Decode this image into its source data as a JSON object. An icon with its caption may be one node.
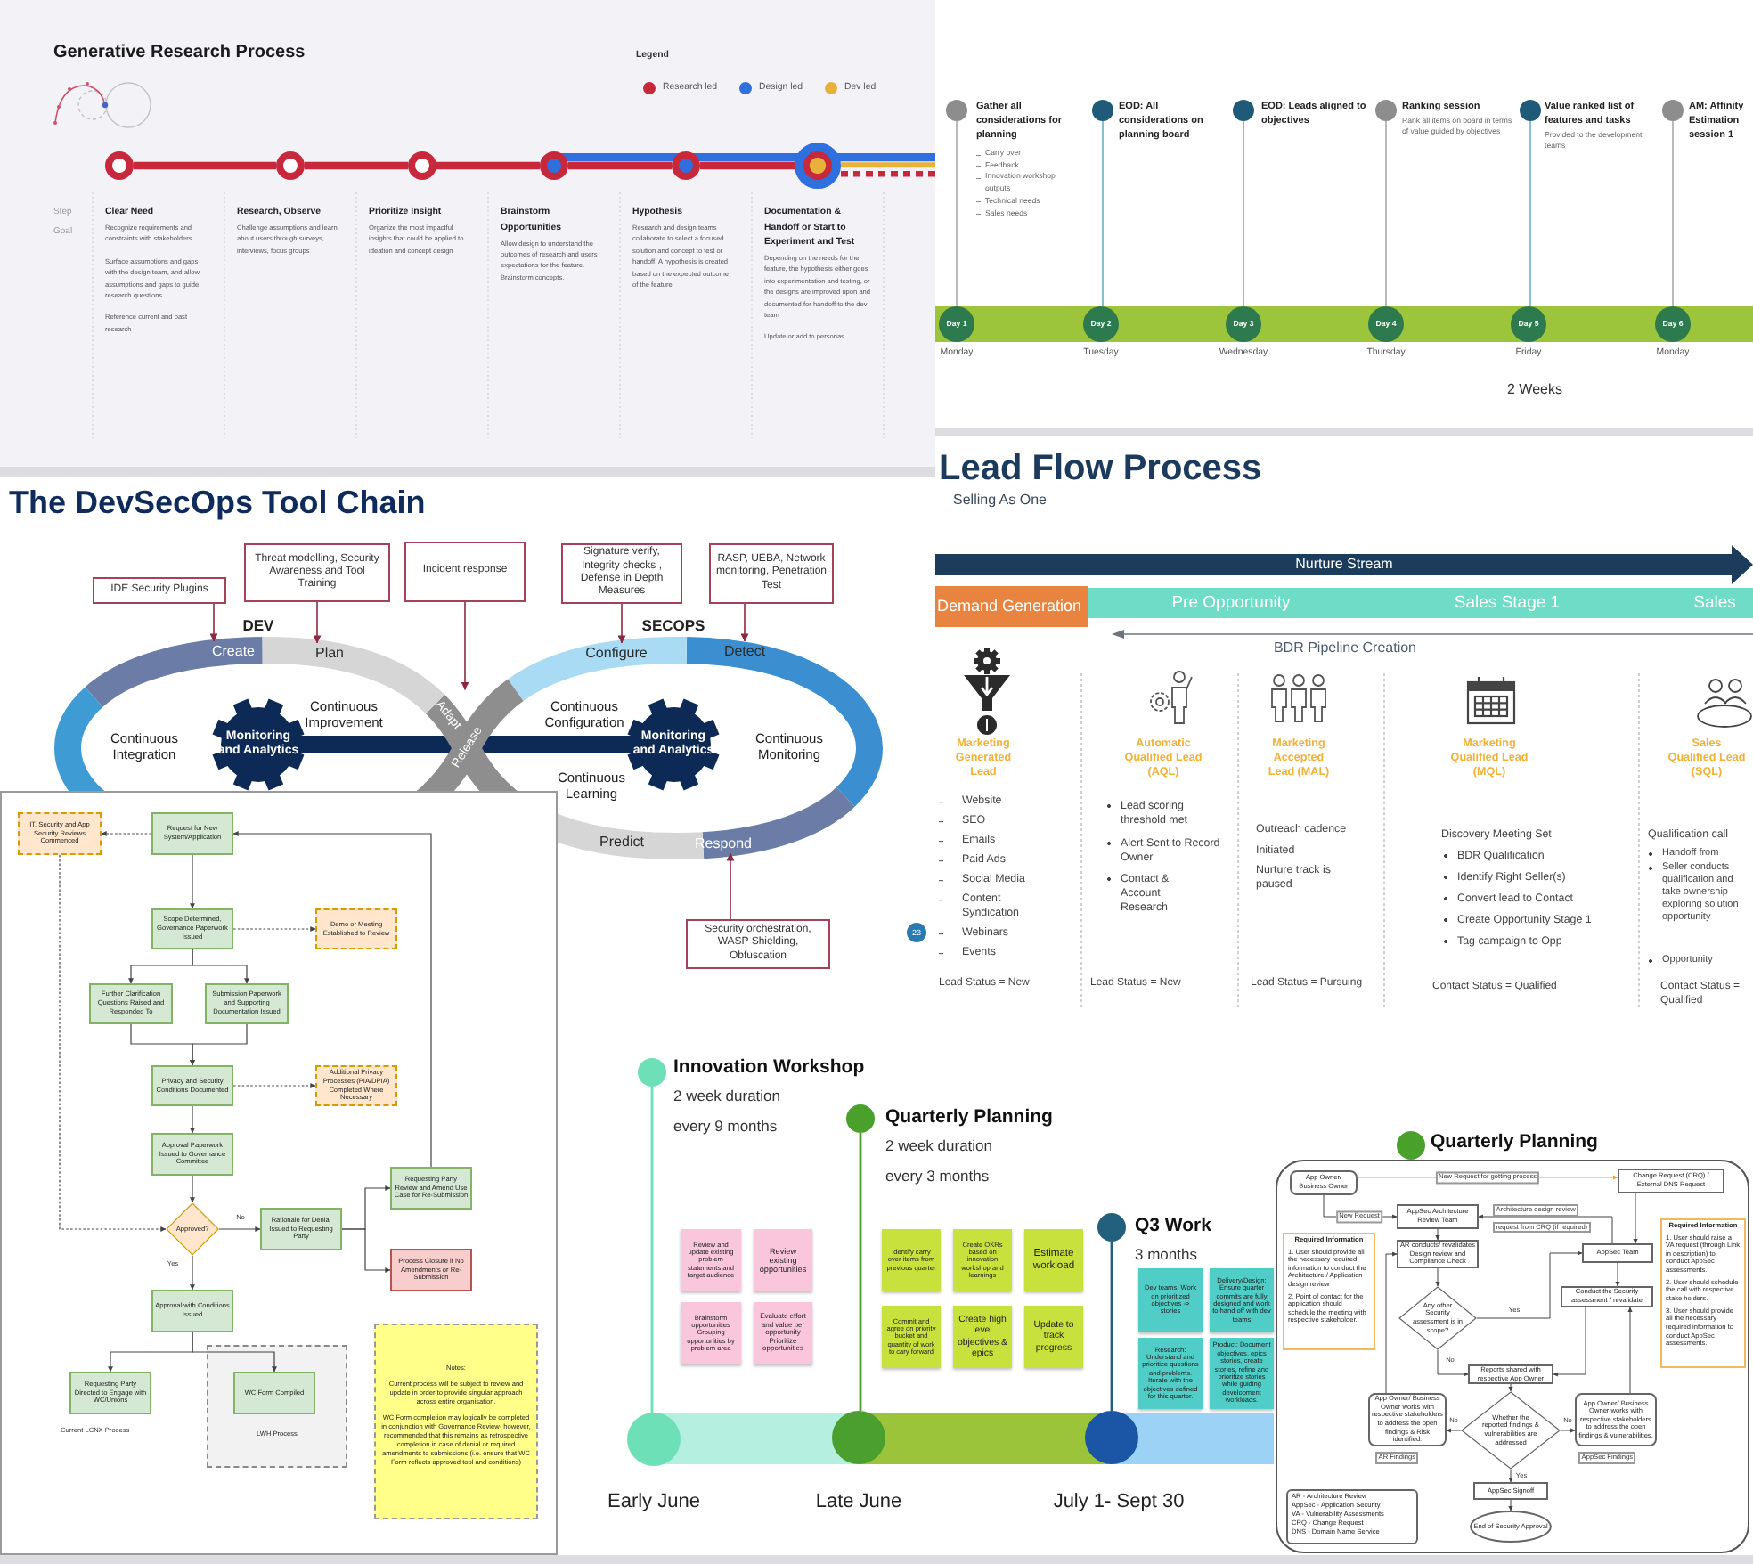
{
  "diagram": {
    "nodes": [
      {
        "text": [],
        "shape": "circle",
        "beside": [
          "Clear Need",
          "Recognize requirements and constraints with stakeholders",
          "Surface assumptions and gaps with the design team, and allow assumptions and gaps to guide research questions",
          "Reference current and past research"
        ]
      },
      {
        "text": [],
        "shape": "circle",
        "beside": [
          "Research, Observe",
          "Challenge assumptions and learn about users through surveys, interviews, focus groups"
        ]
      },
      {
        "text": [],
        "shape": "circle",
        "beside": [
          "Prioritize Insight",
          "Organize the most impactful insights that could be applied to ideation and concept design"
        ]
      },
      {
        "text": [],
        "shape": "circle",
        "beside": [
          "Brainstorm Opportunities",
          "Allow design to understand the outcomes of research and users expectations for the feature. Brainstorm concepts."
        ]
      },
      {
        "text": [],
        "shape": "circle",
        "beside": [
          "Hypothesis",
          "Research and design teams collaborate to select a focused solution and concept to test or handoff. A hypothesis is created based on the expected outcome of the feature"
        ]
      },
      {
        "text": [],
        "shape": "circle",
        "beside": [
          "Documentation & Handoff or Start to Experiment and Test",
          "Depending on the needs for the feature, the hypothesis either goes into experimentation and testing, or the designs are improved upon and documented for handoff to the dev team",
          "Update or add to personas"
        ]
      },
      {
        "text": [],
        "shape": "circle",
        "beside": [
          "Gather all considerations for planning",
          "Carry over",
          "Feedback",
          "Innovation workshop outputs",
          "Technical needs",
          "Sales needs"
        ]
      },
      {
        "text": [],
        "shape": "circle",
        "beside": [
          "EOD: All considerations on planning board"
        ]
      },
      {
        "text": [],
        "shape": "circle",
        "beside": [
          "EOD: Leads aligned to objectives"
        ]
      },
      {
        "text": [],
        "shape": "circle",
        "beside": [
          "Ranking session",
          "Rank all items on board in terms of value guided by objectives"
        ]
      },
      {
        "text": [],
        "shape": "circle",
        "beside": [
          "Value ranked list of features and tasks",
          "Provided to the development teams"
        ]
      },
      {
        "text": [],
        "shape": "circle",
        "beside": [
          "AM: Affinity Estimation session 1"
        ]
      },
      {
        "text": [
          "Day 1"
        ],
        "beside": [
          "Monday"
        ]
      },
      {
        "text": [
          "Day 2"
        ],
        "beside": [
          "Tuesday"
        ]
      },
      {
        "text": [
          "Day 3"
        ],
        "beside": [
          "Wednesday"
        ]
      },
      {
        "text": [
          "Day 4"
        ],
        "beside": [
          "Thursday"
        ]
      },
      {
        "text": [
          "Day 5"
        ],
        "beside": [
          "Friday"
        ]
      },
      {
        "text": [
          "Day 6"
        ],
        "beside": [
          "Monday"
        ]
      },
      {
        "text": [
          "IDE Security Plugins"
        ]
      },
      {
        "text": [
          "Threat modelling, Security Awareness and Tool Training"
        ]
      },
      {
        "text": [
          "Incident response"
        ]
      },
      {
        "text": [
          "Signature verify, Integrity checks , Defense in Depth Measures"
        ]
      },
      {
        "text": [
          "RASP, UEBA, Network monitoring, Penetration Test"
        ]
      },
      {
        "text": [
          "Create"
        ]
      },
      {
        "text": [
          "Plan"
        ]
      },
      {
        "text": [
          "Adapt"
        ]
      },
      {
        "text": [
          "Release"
        ]
      },
      {
        "text": [
          "Configure"
        ]
      },
      {
        "text": [
          "Detect"
        ]
      },
      {
        "text": [
          "Monitoring and Analytics"
        ]
      },
      {
        "text": [
          "Monitoring and Analytics"
        ]
      },
      {
        "text": [
          "Predict"
        ]
      },
      {
        "text": [
          "Respond"
        ]
      },
      {
        "text": [
          "Security orchestration, WASP Shielding, Obfuscation"
        ]
      },
      {
        "text": [
          "IT, Security and App Security Reviews Commenced"
        ]
      },
      {
        "text": [
          "Request for New System/Application"
        ]
      },
      {
        "text": [
          "Scope Determined, Governance Paperwork Issued"
        ]
      },
      {
        "text": [
          "Demo or Meeting Established to Review"
        ]
      },
      {
        "text": [
          "Further Clarification Questions Raised and Responded To"
        ]
      },
      {
        "text": [
          "Submission Paperwork and Supporting Documentation Issued"
        ]
      },
      {
        "text": [
          "Privacy and Security Conditions Documented"
        ]
      },
      {
        "text": [
          "Additional Privacy Processes (PIA/DPIA) Completed Where Necessary"
        ]
      },
      {
        "text": [
          "Approval Paperwork Issued to Governance Committee"
        ]
      },
      {
        "text": [
          "Approved?"
        ]
      },
      {
        "text": [
          "Rationale for Denial Issued to Requesting Party"
        ]
      },
      {
        "text": [
          "Requesting Party Review and Amend Use Case for Re-Submission"
        ]
      },
      {
        "text": [
          "Process Closure if No Amendments or Re-Submission"
        ]
      },
      {
        "text": [
          "Approval with Conditions Issued"
        ]
      },
      {
        "text": [
          "Requesting Party Directed to Engage with WC/Unions"
        ]
      },
      {
        "text": [
          "LWH Process"
        ]
      },
      {
        "text": [
          "WC Form Compiled"
        ],
        "in": 49
      },
      {
        "text": [
          "Notes:",
          "Current process will be subject to review and update in order to provide singular approach across entire organisation.",
          "WC Form completion may logically be completed in conjunction with Governance Review- however, recommended that this remains as retrospective completion in case of denial or required amendments to submissions (i.e. ensure that WC Form reflects approved tool and conditions)"
        ]
      },
      {
        "text": [
          "Nurture Stream"
        ]
      },
      {
        "text": [
          "Demand Generation"
        ]
      },
      {
        "text": [
          "Pre Opportunity",
          "Sales Stage 1",
          "Sales"
        ]
      },
      {
        "text": [],
        "shape": "circle",
        "beside": [
          "Innovation Workshop",
          "2 week duration",
          "every 9 months"
        ]
      },
      {
        "text": [],
        "shape": "circle",
        "beside": [
          "Quarterly Planning",
          "2 week duration",
          "every 3 months"
        ]
      },
      {
        "text": [],
        "shape": "circle",
        "beside": [
          "Q3 Work",
          "3 months"
        ]
      },
      {
        "text": [
          "Review and update existing problem statements and target audience"
        ]
      },
      {
        "text": [
          "Review existing opportunities"
        ]
      },
      {
        "text": [
          "Brainstorm opportunities Grouping opportunities by problem area"
        ]
      },
      {
        "text": [
          "Evaluate effort and value per opportunity Prioritize opportunities"
        ]
      },
      {
        "text": [
          "Identify carry over items from previous quarter"
        ]
      },
      {
        "text": [
          "Create OKRs based on innovation workshop and learnings"
        ]
      },
      {
        "text": [
          "Estimate workload"
        ]
      },
      {
        "text": [
          "Commit and agree on priority bucket and quantity of work to cary forward"
        ]
      },
      {
        "text": [
          "Create high level objectives & epics"
        ]
      },
      {
        "text": [
          "Update to track progress"
        ]
      },
      {
        "text": [
          "Dev teams: Work on prioritized objectives -> stories"
        ]
      },
      {
        "text": [
          "Delivery/Design: Ensure quarter commits are fully designed and work to hand off with dev teams"
        ]
      },
      {
        "text": [
          "Research: Understand and prioritize questions and problems. Iterate with the objectives defined for this quarter."
        ]
      },
      {
        "text": [
          "Product: Document objectives, epics stories, create stories, refine and prioritize stories while guiding development workloads."
        ]
      },
      {
        "text": [],
        "shape": "circle",
        "beside": [
          "Early June"
        ]
      },
      {
        "text": [],
        "shape": "circle",
        "beside": [
          "Late June"
        ]
      },
      {
        "text": [],
        "shape": "circle",
        "beside": [
          "July 1- Sept 30"
        ]
      },
      {
        "text": [],
        "shape": "circle",
        "beside": [
          "Quarterly Planning"
        ]
      },
      {
        "text": [],
        "shape": "box"
      },
      {
        "text": [
          "App Owner/ Business Owner"
        ],
        "in": 76
      },
      {
        "text": [
          "AppSec Architecture Review Team"
        ],
        "in": 76
      },
      {
        "text": [
          "Change Request (CRQ) / External DNS Request"
        ],
        "in": 76
      },
      {
        "text": [
          "Required Information",
          "1. User should provide all the necessary required information to conduct the Architecture / Application design review",
          "2. Point of contact for the application should schedule the meeting with respective stakeholder."
        ],
        "in": 76
      },
      {
        "text": [
          "AR conducts/ revalidates Design review and Compliance Check"
        ],
        "in": 76
      },
      {
        "text": [
          "AppSec Team"
        ],
        "in": 76
      },
      {
        "text": [
          "Required Information",
          "1. User should raise a VA request (through Link in description) to conduct AppSec assessments.",
          "2. User should schedule the call with respective stake holders.",
          "3. User should provide all the necessary required information to conduct AppSec assessments."
        ],
        "in": 76
      },
      {
        "text": [
          "Any other Security assessment is in scope?"
        ],
        "in": 76
      },
      {
        "text": [
          "Conduct the Security assessment / revalidate"
        ],
        "in": 76
      },
      {
        "text": [
          "Reports shared with respective App Owner"
        ],
        "in": 76
      },
      {
        "text": [
          "App Owner/ Business Owner works with respective stakeholders to address the open findings & Risk identified."
        ],
        "in": 76
      },
      {
        "text": [
          "Whether the reported findings & vulnerabilities are addressed"
        ],
        "in": 76
      },
      {
        "text": [
          "App Owner/ Business Owner works with respective stakeholders to address the open findings & vulnerabilities."
        ],
        "in": 76
      },
      {
        "text": [
          "AppSec Signoff"
        ],
        "in": 76
      },
      {
        "text": [
          "End of Security Approval"
        ],
        "in": 76
      },
      {
        "text": [
          "AR - Architecture Review",
          "AppSec - Application Security",
          "VA - Vulnerability Assessments",
          "CRQ - Change Request",
          "DNS - Domain Name Service"
        ],
        "in": 76
      }
    ],
    "edges": [
      {
        "from": 0,
        "to": 1,
        "arrow": "none",
        "style": "thick",
        "color": "#c8283c"
      },
      {
        "from": 1,
        "to": 2,
        "arrow": "none",
        "style": "thick",
        "color": "#c8283c"
      },
      {
        "from": 2,
        "to": 3,
        "arrow": "none",
        "style": "thick",
        "color": "#c8283c"
      },
      {
        "from": 3,
        "to": 4,
        "arrow": "none",
        "style": "thick",
        "color": "#c8283c"
      },
      {
        "from": 4,
        "to": 5,
        "arrow": "none",
        "style": "thick",
        "color": "#c8283c"
      },
      {
        "from": 6,
        "to": 12,
        "arrow": "none",
        "color": "#b3b3b3"
      },
      {
        "from": 7,
        "to": 13,
        "arrow": "none",
        "color": "#7eb7cc"
      },
      {
        "from": 8,
        "to": 14,
        "arrow": "none",
        "color": "#7eb7cc"
      },
      {
        "from": 9,
        "to": 15,
        "arrow": "none",
        "color": "#b3b3b3"
      },
      {
        "from": 10,
        "to": 16,
        "arrow": "none",
        "color": "#7eb7cc"
      },
      {
        "from": 11,
        "to": 17,
        "arrow": "none",
        "color": "#b3b3b3"
      },
      {
        "from": 18,
        "to": 23,
        "arrow": "to",
        "color": "#8b2942"
      },
      {
        "from": 19,
        "to": 24,
        "arrow": "to",
        "color": "#8b2942"
      },
      {
        "from": 20,
        "to": 25,
        "arrow": "to",
        "color": "#8b2942"
      },
      {
        "from": 21,
        "to": 27,
        "arrow": "to",
        "color": "#8b2942"
      },
      {
        "from": 22,
        "to": 28,
        "arrow": "to",
        "color": "#8b2942"
      },
      {
        "from": 33,
        "to": 32,
        "arrow": "to",
        "color": "#8b2942"
      },
      {
        "from": 35,
        "to": 34,
        "arrow": "to",
        "style": "dashed"
      },
      {
        "from": 35,
        "to": 36,
        "arrow": "to"
      },
      {
        "from": 36,
        "to": 37,
        "arrow": "to",
        "style": "dashed"
      },
      {
        "from": 36,
        "to": 38,
        "arrow": "to"
      },
      {
        "from": 36,
        "to": 39,
        "arrow": "to"
      },
      {
        "from": 38,
        "to": 40,
        "arrow": "to"
      },
      {
        "from": 39,
        "to": 40,
        "arrow": "to"
      },
      {
        "from": 40,
        "to": 41,
        "arrow": "to",
        "style": "dashed"
      },
      {
        "from": 40,
        "to": 42,
        "arrow": "to"
      },
      {
        "from": 42,
        "to": 43,
        "arrow": "to"
      },
      {
        "from": 34,
        "to": 43,
        "arrow": "to",
        "style": "dashed"
      },
      {
        "from": 43,
        "to": 44,
        "arrow": "to",
        "label": "No"
      },
      {
        "from": 44,
        "to": 45,
        "arrow": "to"
      },
      {
        "from": 44,
        "to": 46,
        "arrow": "to"
      },
      {
        "from": 45,
        "to": 35,
        "arrow": "to"
      },
      {
        "from": 43,
        "to": 47,
        "arrow": "to",
        "label": "Yes"
      },
      {
        "from": 47,
        "to": 48,
        "arrow": "to"
      },
      {
        "from": 47,
        "to": 50,
        "arrow": "to"
      },
      {
        "from": 55,
        "to": 72,
        "arrow": "none",
        "color": "#6ee0b8"
      },
      {
        "from": 56,
        "to": 73,
        "arrow": "none",
        "color": "#49a12c"
      },
      {
        "from": 57,
        "to": 74,
        "arrow": "none",
        "color": "#23607e"
      },
      {
        "from": 77,
        "to": 79,
        "arrow": "to",
        "label": "New Request for getting process",
        "color": "#f0a030"
      },
      {
        "from": 77,
        "to": 78,
        "arrow": "to",
        "label": "New Request"
      },
      {
        "from": 82,
        "to": 78,
        "arrow": "to"
      },
      {
        "from": 78,
        "to": 81,
        "arrow": "to"
      },
      {
        "from": 79,
        "to": 82,
        "arrow": "to"
      },
      {
        "from": 81,
        "to": 84,
        "arrow": "to"
      },
      {
        "from": 84,
        "to": 82,
        "arrow": "to",
        "label": "Yes"
      },
      {
        "from": 84,
        "to": 86,
        "arrow": "to",
        "label": "No"
      },
      {
        "from": 82,
        "to": 85,
        "arrow": "to"
      },
      {
        "from": 85,
        "to": 86,
        "arrow": "to"
      },
      {
        "from": 86,
        "to": 88,
        "arrow": "to"
      },
      {
        "from": 88,
        "to": 87,
        "arrow": "to",
        "label": "No"
      },
      {
        "from": 88,
        "to": 89,
        "arrow": "to",
        "label": "No"
      },
      {
        "from": 87,
        "to": 81,
        "arrow": "to"
      },
      {
        "from": 89,
        "to": 85,
        "arrow": "to"
      },
      {
        "from": 88,
        "to": 90,
        "arrow": "to",
        "label": "Yes"
      },
      {
        "from": 90,
        "to": 91,
        "arrow": "to"
      }
    ],
    "labels": [
      "Generative Research Process",
      "Legend",
      "Step",
      "Goal",
      "2 Weeks",
      "The DevSecOps Tool Chain",
      "DEV",
      "SECOPS",
      "Continuous Integration",
      "Continuous Improvement",
      "Continuous Configuration",
      "Continuous Monitoring",
      "Continuous Learning",
      "23",
      "Lead Flow Process",
      "Selling As One",
      "BDR Pipeline Creation",
      "Marketing Generated Lead",
      "Website",
      "SEO",
      "Emails",
      "Paid Ads",
      "Social Media",
      "Content Syndication",
      "Webinars",
      "Events",
      "Lead Status = New",
      "Automatic Qualified Lead (AQL)",
      "Lead scoring threshold met",
      "Alert Sent to Record Owner",
      "Contact & Account Research",
      "Lead Status = New",
      "Marketing Accepted Lead (MAL)",
      "Outreach cadence Initiated",
      "Nurture track is paused",
      "Lead Status = Pursuing",
      "Marketing Qualified Lead (MQL)",
      "Discovery Meeting Set",
      "BDR Qualification",
      "Identify Right Seller(s)",
      "Convert lead to Contact",
      "Create Opportunity Stage 1",
      "Tag campaign to Opp",
      "Contact Status = Qualified",
      "Sales Qualified Lead (SQL)",
      "Qualification call",
      "Handoff from",
      "Seller conducts qualification and take ownership exploring solution opportunity",
      "Opportunity",
      "Contact Status = Qualified",
      "Current LCNX Process",
      "Architecture design review",
      "request from CRQ (if required)",
      "AR Findings",
      "AppSec Findings"
    ],
    "legend": [
      {
        "text": "Research led",
        "color": "#c8283c"
      },
      {
        "text": "Design led",
        "color": "#2f6fde"
      },
      {
        "text": "Dev led",
        "color": "#e8b23a"
      }
    ]
  }
}
